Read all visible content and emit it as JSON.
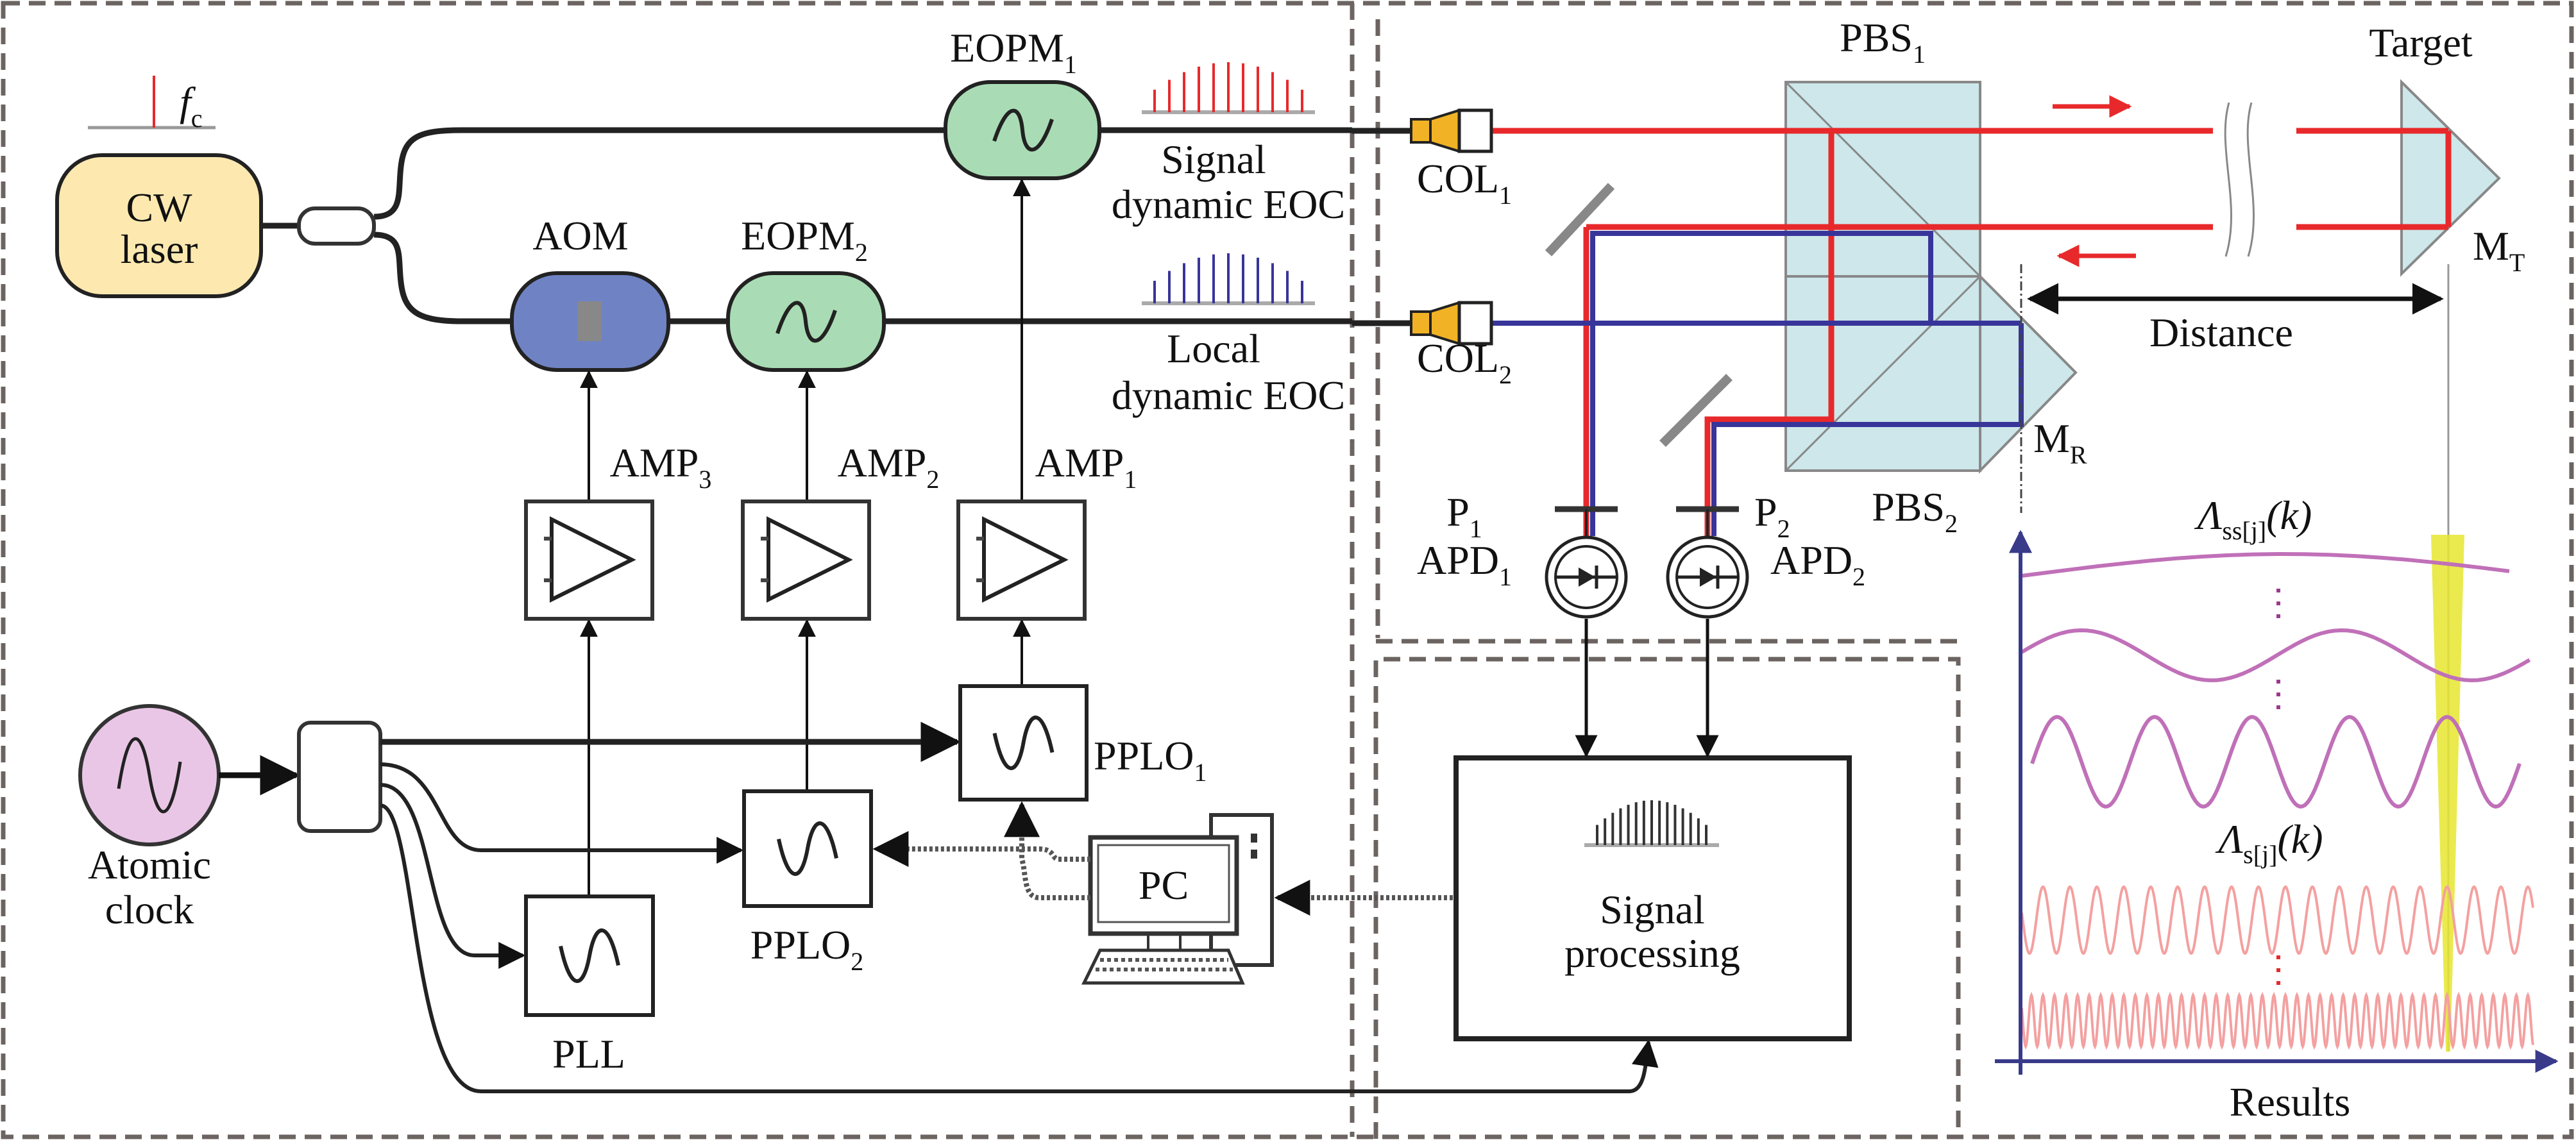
{
  "source": {
    "fc": {
      "main": "f",
      "sub": "c"
    },
    "cw_laser": {
      "line1": "CW",
      "line2": "laser"
    },
    "atomic_clock": {
      "line1": "Atomic",
      "line2": "clock"
    }
  },
  "modulators": {
    "eopm1": {
      "main": "EOPM",
      "sub": "1"
    },
    "eopm2": {
      "main": "EOPM",
      "sub": "2"
    },
    "aom": "AOM"
  },
  "combs": {
    "signal": {
      "line1": "Signal",
      "line2": "dynamic EOC"
    },
    "local": {
      "line1": "Local",
      "line2": "dynamic EOC"
    }
  },
  "amplifiers": {
    "amp1": {
      "main": "AMP",
      "sub": "1"
    },
    "amp2": {
      "main": "AMP",
      "sub": "2"
    },
    "amp3": {
      "main": "AMP",
      "sub": "3"
    }
  },
  "oscillators": {
    "pplo1": {
      "main": "PPLO",
      "sub": "1"
    },
    "pplo2": {
      "main": "PPLO",
      "sub": "2"
    },
    "pll": "PLL"
  },
  "pc": "PC",
  "signal_processing": {
    "line1": "Signal",
    "line2": "processing"
  },
  "optics": {
    "col1": {
      "main": "COL",
      "sub": "1"
    },
    "col2": {
      "main": "COL",
      "sub": "2"
    },
    "pbs1": {
      "main": "PBS",
      "sub": "1"
    },
    "pbs2": {
      "main": "PBS",
      "sub": "2"
    },
    "target": "Target",
    "mt": {
      "main": "M",
      "sub": "T"
    },
    "mr": {
      "main": "M",
      "sub": "R"
    },
    "distance": "Distance",
    "p1": {
      "main": "P",
      "sub": "1"
    },
    "p2": {
      "main": "P",
      "sub": "2"
    },
    "apd1": {
      "main": "APD",
      "sub": "1"
    },
    "apd2": {
      "main": "APD",
      "sub": "2"
    }
  },
  "results": {
    "xlabel": "Results",
    "curve_label_ss": {
      "main": "Λ",
      "sub": "ss[j]",
      "arg": "(k)"
    },
    "curve_label_s": {
      "main": "Λ",
      "sub": "s[j]",
      "arg": "(k)"
    }
  },
  "colors": {
    "signal_beam": "#e8292b",
    "local_beam": "#38359a",
    "laser_fill": "#fde9b0",
    "eopm_fill": "#a9dcb4",
    "aom_fill": "#6f83c4",
    "pbs_fill": "#c4e3e6",
    "synthetic_wave": "#c070b8",
    "single_wave": "#f4a0a0",
    "highlight": "#e6e630",
    "axis": "#3a3a8a",
    "border": "#6b6461"
  }
}
